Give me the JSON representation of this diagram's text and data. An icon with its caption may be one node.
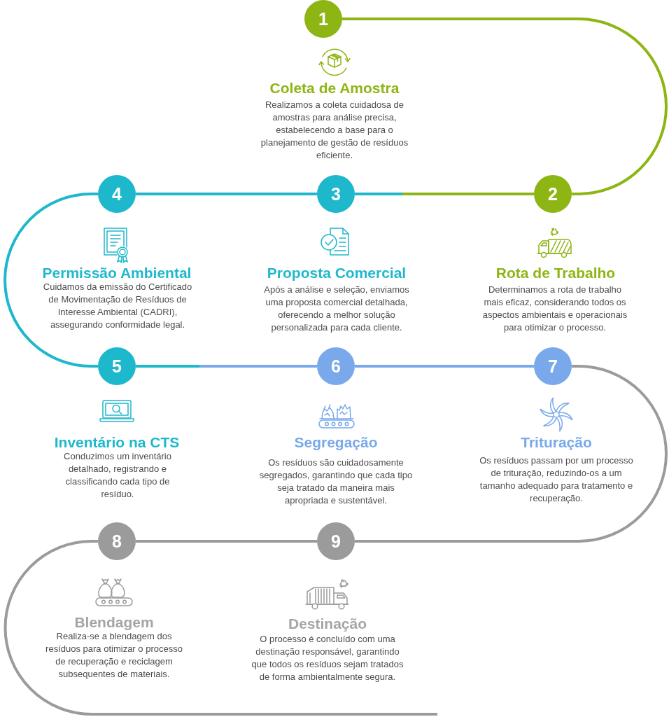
{
  "diagram": {
    "nodes": [
      {
        "text": [
          "1"
        ],
        "beside": [
          "Coleta de Amostra",
          "Realizamos a coleta cuidadosa de amostras para análise precisa, estabelecendo a base para o planejamento de gestão de resíduos eficiente."
        ]
      },
      {
        "text": [
          "2"
        ],
        "beside": [
          "Rota de Trabalho",
          "Determinamos a rota de trabalho mais eficaz, considerando todos os aspectos ambientais e operacionais para otimizar o processo."
        ]
      },
      {
        "text": [
          "3"
        ],
        "beside": [
          "Proposta Comercial",
          "Após a análise e seleção, enviamos uma proposta comercial detalhada, oferecendo a melhor solução personalizada para cada cliente."
        ]
      },
      {
        "text": [
          "4"
        ],
        "beside": [
          "Permissão Ambiental",
          "Cuidamos da emissão do Certificado de Movimentação de Resíduos de Interesse Ambiental (CADRI), assegurando conformidade legal."
        ]
      },
      {
        "text": [
          "5"
        ],
        "beside": [
          "Inventário na CTS",
          "Conduzimos um inventário detalhado, registrando e classificando cada tipo de resíduo."
        ]
      },
      {
        "text": [
          "6"
        ],
        "beside": [
          "Segregação",
          "Os resíduos são cuidadosamente segregados, garantindo que cada tipo seja tratado da maneira mais apropriada e sustentável."
        ]
      },
      {
        "text": [
          "7"
        ],
        "beside": [
          "Trituração",
          "Os resíduos passam por um processo de trituração, reduzindo-os a um tamanho adequado para tratamento e recuperação."
        ]
      },
      {
        "text": [
          "8"
        ],
        "beside": [
          "Blendagem",
          "Realiza-se a blendagem dos resíduos para otimizar o processo de recuperação e reciclagem subsequentes de materiais."
        ]
      },
      {
        "text": [
          "9"
        ],
        "beside": [
          "Destinação",
          "O processo é concluído com uma destinação responsável, garantindo que todos os resíduos sejam tratados de forma ambientalmente segura."
        ]
      }
    ],
    "edges": [
      {
        "from": 0,
        "to": 1,
        "arrow": "none",
        "color": "#8db513"
      },
      {
        "from": 1,
        "to": 2,
        "arrow": "none",
        "color": "#8db513"
      },
      {
        "from": 2,
        "to": 3,
        "arrow": "none",
        "color": "#1eb8cc"
      },
      {
        "from": 3,
        "to": 4,
        "arrow": "none",
        "color": "#1eb8cc"
      },
      {
        "from": 4,
        "to": 5,
        "arrow": "none",
        "color": "#79a9eb"
      },
      {
        "from": 5,
        "to": 6,
        "arrow": "none",
        "color": "#79a9eb"
      },
      {
        "from": 6,
        "to": 8,
        "arrow": "none"
      },
      {
        "from": 8,
        "to": 7,
        "arrow": "none"
      },
      {
        "from": 7,
        "to": null,
        "arrow": "none"
      }
    ]
  }
}
